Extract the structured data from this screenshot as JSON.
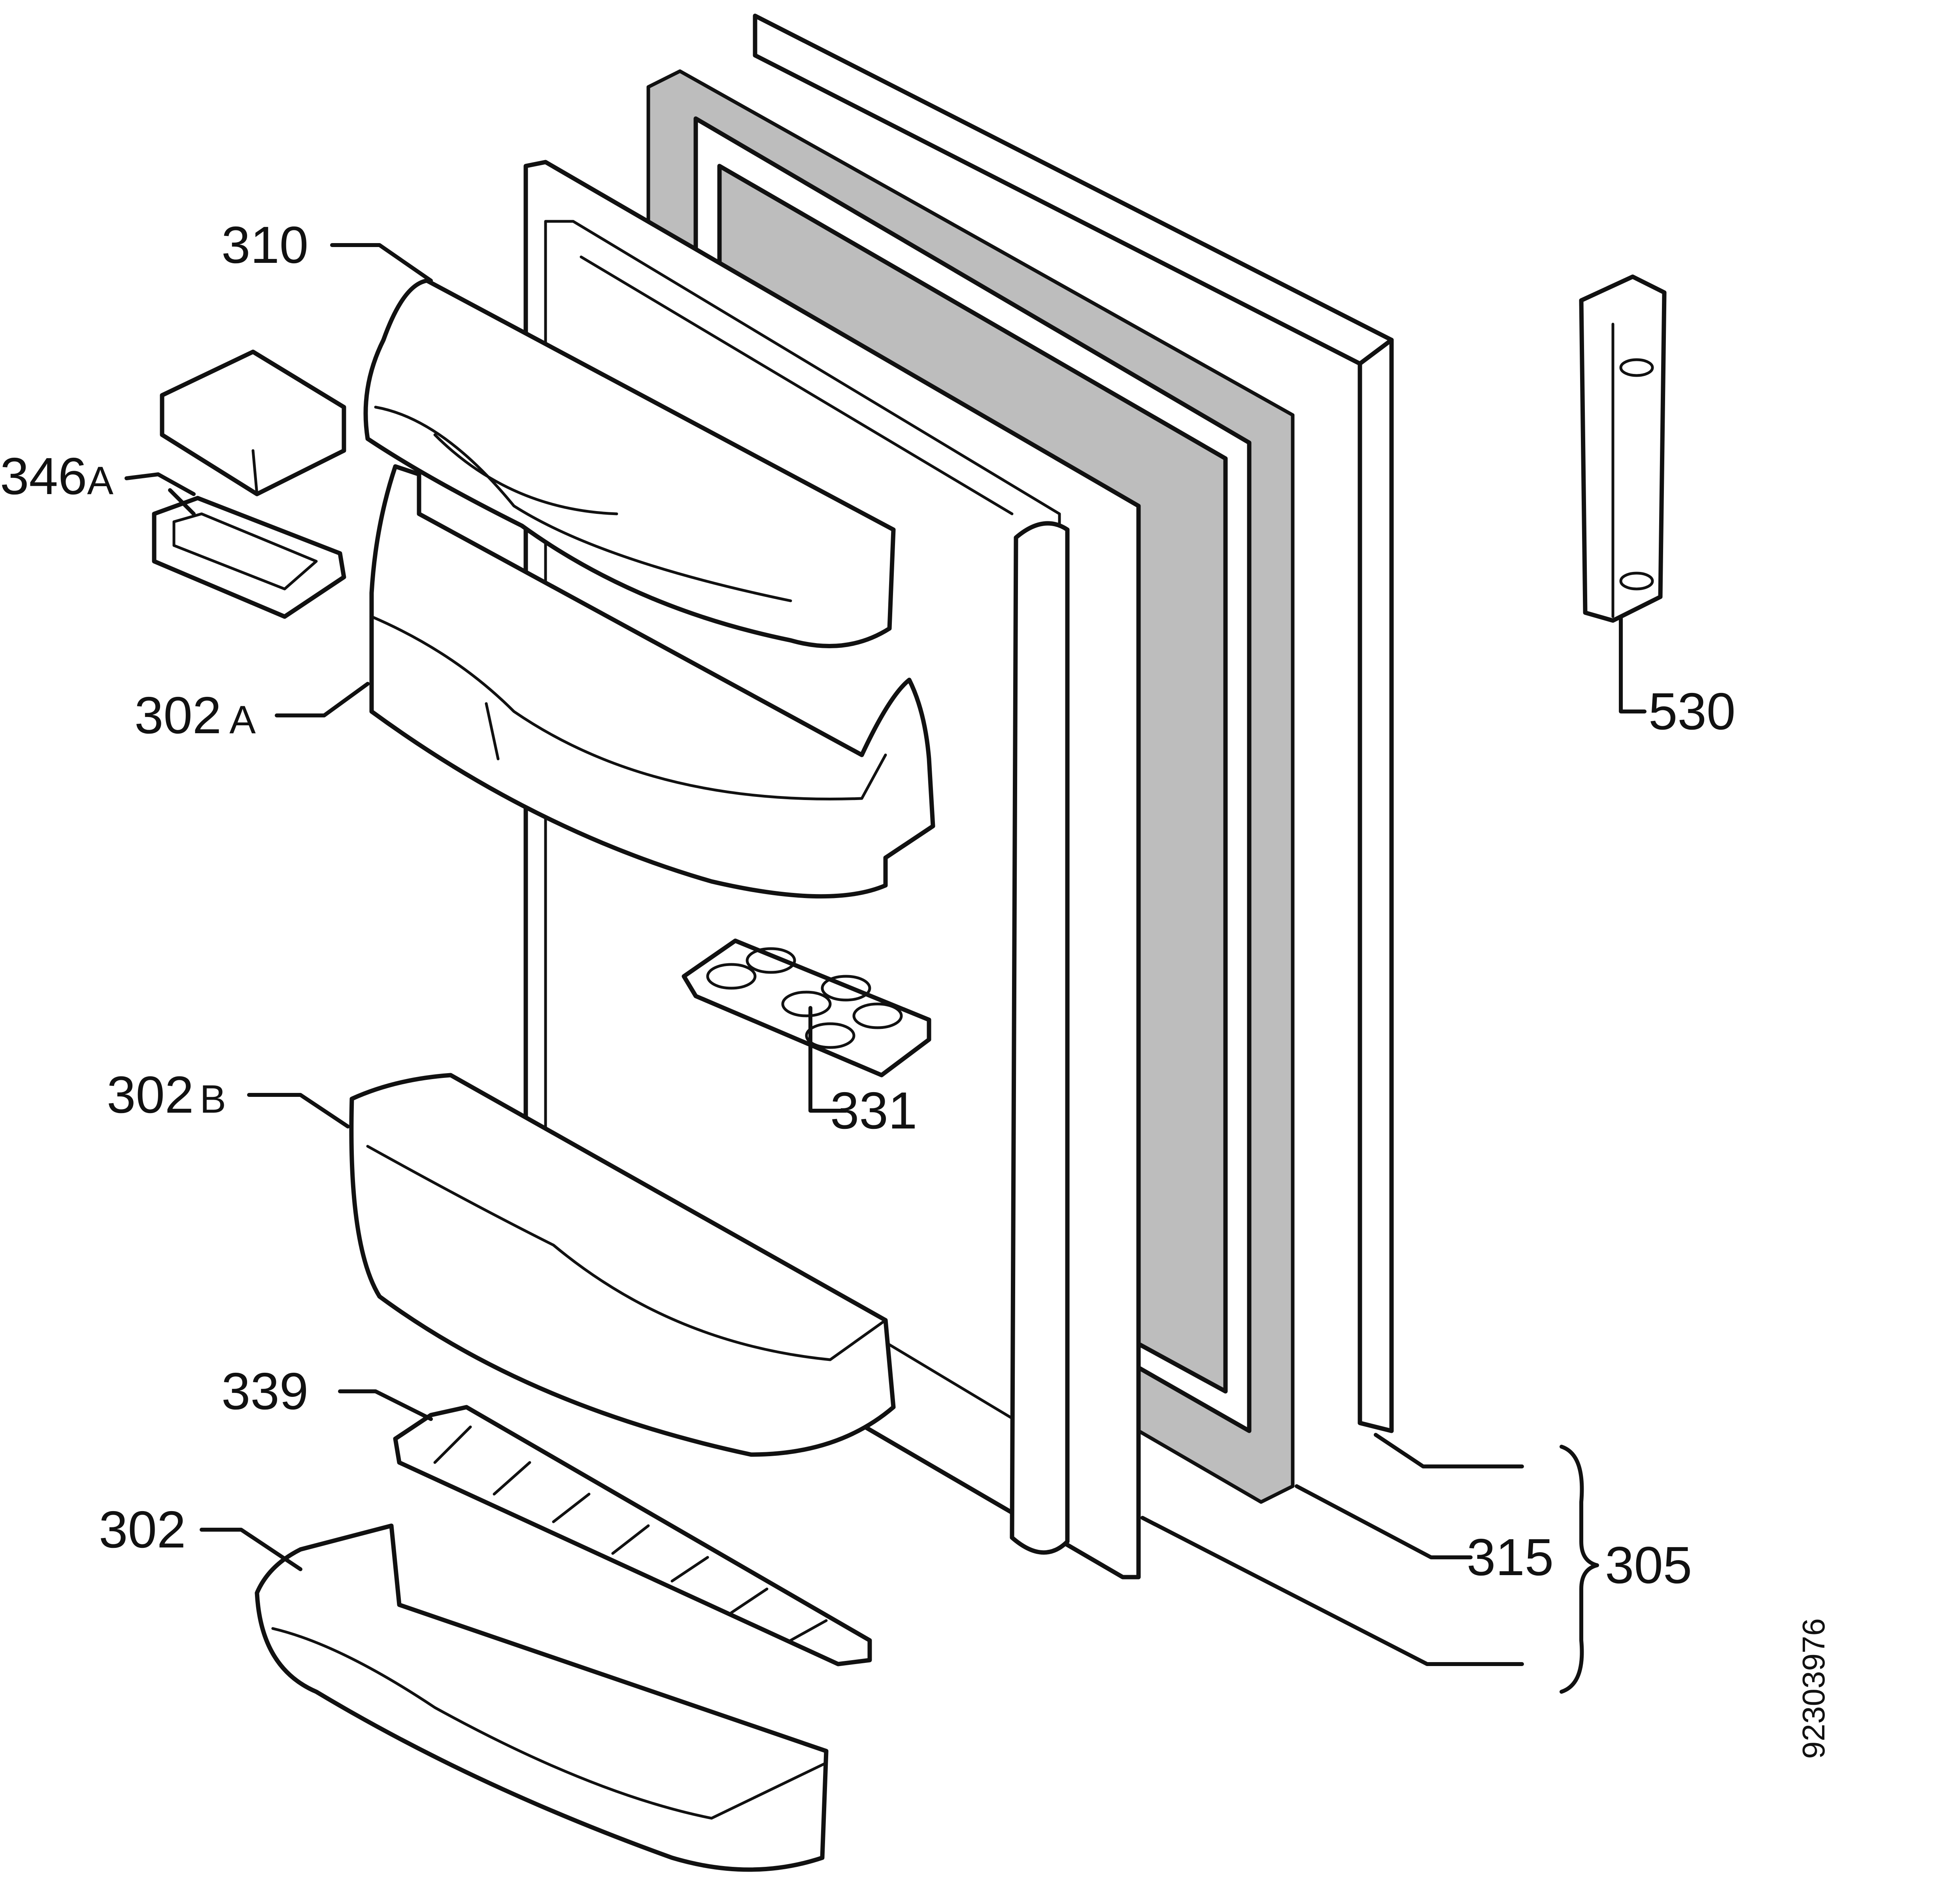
{
  "diagram": {
    "labels": {
      "p310": "310",
      "p346a_num": "346",
      "p346a_suffix": "A",
      "p302a_num": "302",
      "p302a_suffix": "A",
      "p302b_num": "302",
      "p302b_suffix": "B",
      "p331": "331",
      "p339": "339",
      "p302": "302",
      "p315": "315",
      "p305": "305",
      "p530": "530"
    },
    "document_number": "92303976"
  }
}
